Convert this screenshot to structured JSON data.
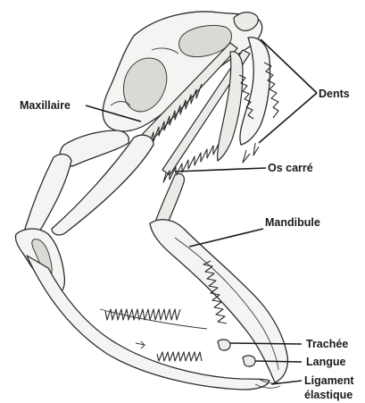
{
  "labels": {
    "maxillaire": "Maxillaire",
    "dents": "Dents",
    "os_carre": "Os carré",
    "mandibule": "Mandibule",
    "trachee": "Trachée",
    "langue": "Langue",
    "ligament_line1": "Ligament",
    "ligament_line2": "élastique"
  }
}
